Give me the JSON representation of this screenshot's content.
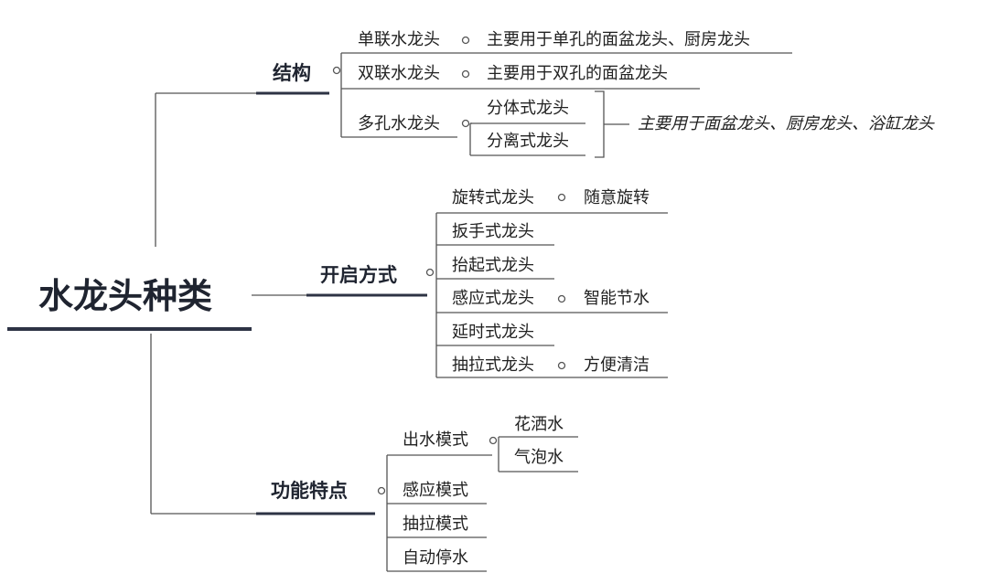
{
  "colors": {
    "line": "#555555",
    "underline": "#2d3344",
    "text": "#222222"
  },
  "root": "水龙头种类",
  "branches": {
    "structure": {
      "label": "结构",
      "single": {
        "label": "单联水龙头",
        "note": "主要用于单孔的面盆龙头、厨房龙头"
      },
      "double": {
        "label": "双联水龙头",
        "note": "主要用于双孔的面盆龙头"
      },
      "multi": {
        "label": "多孔水龙头",
        "children": [
          "分体式龙头",
          "分离式龙头"
        ],
        "summary": "主要用于面盆龙头、厨房龙头、浴缸龙头"
      }
    },
    "opening": {
      "label": "开启方式",
      "items": [
        {
          "label": "旋转式龙头",
          "note": "随意旋转"
        },
        {
          "label": "扳手式龙头",
          "note": ""
        },
        {
          "label": "抬起式龙头",
          "note": ""
        },
        {
          "label": "感应式龙头",
          "note": "智能节水"
        },
        {
          "label": "延时式龙头",
          "note": ""
        },
        {
          "label": "抽拉式龙头",
          "note": "方便清洁"
        }
      ]
    },
    "features": {
      "label": "功能特点",
      "outflow": {
        "label": "出水模式",
        "children": [
          "花洒水",
          "气泡水"
        ]
      },
      "items": [
        "感应模式",
        "抽拉模式",
        "自动停水"
      ]
    }
  }
}
